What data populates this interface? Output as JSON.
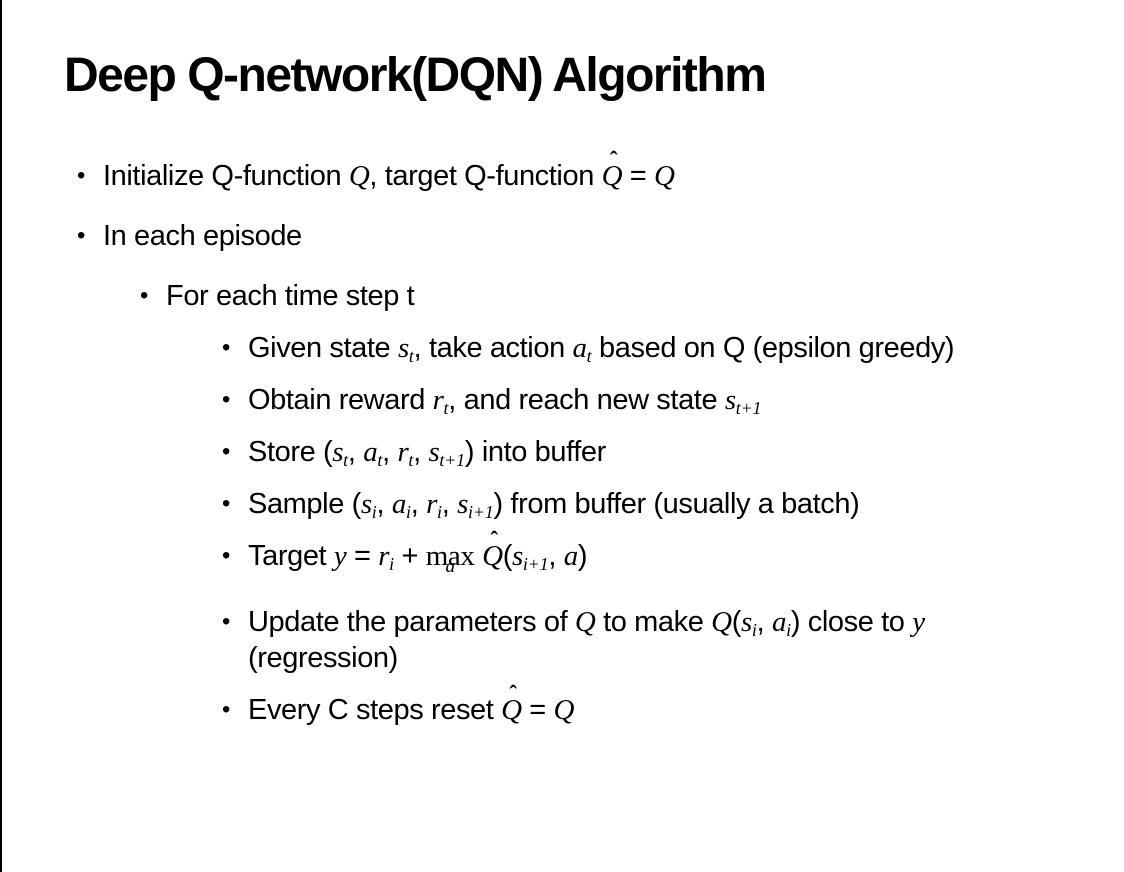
{
  "slide": {
    "title": "Deep Q-network(DQN) Algorithm",
    "bullet_glyph": "•",
    "colors": {
      "background": "#ffffff",
      "text": "#000000",
      "edge": "#000000"
    },
    "bullets": [
      {
        "level": 1,
        "segments": [
          {
            "t": "plain",
            "v": "Initialize Q-function "
          },
          {
            "t": "math",
            "v": "Q"
          },
          {
            "t": "plain",
            "v": ", target Q-function "
          },
          {
            "t": "hat",
            "b": "Q",
            "h": "ˆ"
          },
          {
            "t": "plain",
            "v": " = "
          },
          {
            "t": "math",
            "v": "Q"
          }
        ]
      },
      {
        "level": 1,
        "segments": [
          {
            "t": "plain",
            "v": "In each episode"
          }
        ]
      },
      {
        "level": 2,
        "segments": [
          {
            "t": "plain",
            "v": "For each time step t"
          }
        ]
      },
      {
        "level": 3,
        "segments": [
          {
            "t": "plain",
            "v": "Given state "
          },
          {
            "t": "sub",
            "b": "s",
            "s": "t"
          },
          {
            "t": "plain",
            "v": ", take action "
          },
          {
            "t": "sub",
            "b": "a",
            "s": "t"
          },
          {
            "t": "plain",
            "v": " based on Q (epsilon greedy)"
          }
        ]
      },
      {
        "level": 3,
        "segments": [
          {
            "t": "plain",
            "v": "Obtain reward "
          },
          {
            "t": "sub",
            "b": "r",
            "s": "t"
          },
          {
            "t": "plain",
            "v": ", and reach new state "
          },
          {
            "t": "sub",
            "b": "s",
            "s": "t+1"
          }
        ]
      },
      {
        "level": 3,
        "segments": [
          {
            "t": "plain",
            "v": "Store ("
          },
          {
            "t": "sub",
            "b": "s",
            "s": "t"
          },
          {
            "t": "plain",
            "v": ", "
          },
          {
            "t": "sub",
            "b": "a",
            "s": "t"
          },
          {
            "t": "plain",
            "v": ", "
          },
          {
            "t": "sub",
            "b": "r",
            "s": "t"
          },
          {
            "t": "plain",
            "v": ", "
          },
          {
            "t": "sub",
            "b": "s",
            "s": "t+1"
          },
          {
            "t": "plain",
            "v": ") into buffer"
          }
        ]
      },
      {
        "level": 3,
        "segments": [
          {
            "t": "plain",
            "v": "Sample ("
          },
          {
            "t": "sub",
            "b": "s",
            "s": "i"
          },
          {
            "t": "plain",
            "v": ", "
          },
          {
            "t": "sub",
            "b": "a",
            "s": "i"
          },
          {
            "t": "plain",
            "v": ", "
          },
          {
            "t": "sub",
            "b": "r",
            "s": "i"
          },
          {
            "t": "plain",
            "v": ", "
          },
          {
            "t": "sub",
            "b": "s",
            "s": "i+1"
          },
          {
            "t": "plain",
            "v": ") from buffer (usually a batch)"
          }
        ]
      },
      {
        "level": 3,
        "segments": [
          {
            "t": "plain",
            "v": "Target "
          },
          {
            "t": "math",
            "v": "y"
          },
          {
            "t": "plain",
            "v": " = "
          },
          {
            "t": "sub",
            "b": "r",
            "s": "i"
          },
          {
            "t": "plain",
            "v": " + "
          },
          {
            "t": "under",
            "b": "max",
            "u": "a"
          },
          {
            "t": "plain",
            "v": " "
          },
          {
            "t": "hat",
            "b": "Q",
            "h": "ˆ"
          },
          {
            "t": "plain",
            "v": "("
          },
          {
            "t": "sub",
            "b": "s",
            "s": "i+1"
          },
          {
            "t": "plain",
            "v": ", "
          },
          {
            "t": "math",
            "v": "a"
          },
          {
            "t": "plain",
            "v": ")"
          }
        ]
      },
      {
        "level": 3,
        "segments": [
          {
            "t": "plain",
            "v": "Update the parameters of "
          },
          {
            "t": "math",
            "v": "Q"
          },
          {
            "t": "plain",
            "v": " to make "
          },
          {
            "t": "math",
            "v": "Q"
          },
          {
            "t": "plain",
            "v": "("
          },
          {
            "t": "sub",
            "b": "s",
            "s": "i"
          },
          {
            "t": "plain",
            "v": ", "
          },
          {
            "t": "sub",
            "b": "a",
            "s": "i"
          },
          {
            "t": "plain",
            "v": ") close to "
          },
          {
            "t": "math",
            "v": "y"
          },
          {
            "t": "plain",
            "v": " (regression)"
          }
        ]
      },
      {
        "level": 3,
        "segments": [
          {
            "t": "plain",
            "v": "Every C steps reset "
          },
          {
            "t": "hat",
            "b": "Q",
            "h": "ˆ"
          },
          {
            "t": "plain",
            "v": " = "
          },
          {
            "t": "math",
            "v": "Q"
          }
        ]
      }
    ]
  }
}
